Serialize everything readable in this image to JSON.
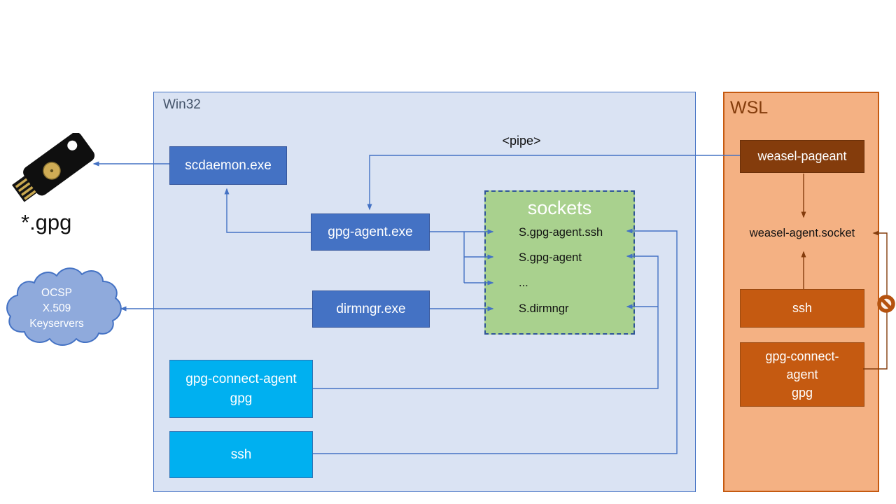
{
  "win32": {
    "title": "Win32",
    "scdaemon": "scdaemon.exe",
    "gpg_agent": "gpg-agent.exe",
    "dirmngr": "dirmngr.exe",
    "gpg_connect": [
      "gpg-connect-agent",
      "gpg"
    ],
    "ssh": "ssh"
  },
  "sockets": {
    "title": "sockets",
    "items": [
      "S.gpg-agent.ssh",
      "S.gpg-agent",
      "...",
      "S.dirmngr"
    ]
  },
  "wsl": {
    "title": "WSL",
    "weasel_pageant": "weasel-pageant",
    "weasel_agent_socket": "weasel-agent.socket",
    "ssh": "ssh",
    "gpg_connect": [
      "gpg-connect-",
      "agent",
      "gpg"
    ]
  },
  "labels": {
    "pipe": "<pipe>",
    "gpg_files": "*.gpg"
  },
  "cloud": {
    "lines": [
      "OCSP",
      "X.509",
      "Keyservers"
    ]
  },
  "colors": {
    "accent_blue": "#4472c4",
    "win32_bg": "#dae3f3",
    "cyan": "#00b0f0",
    "sockets_green": "#a9d18e",
    "wsl_bg": "#f4b183",
    "wsl_orange": "#c55a11",
    "wsl_brown": "#843c0c",
    "cloud_blue": "#8faadc",
    "blocked_icon": "#b5530f"
  }
}
